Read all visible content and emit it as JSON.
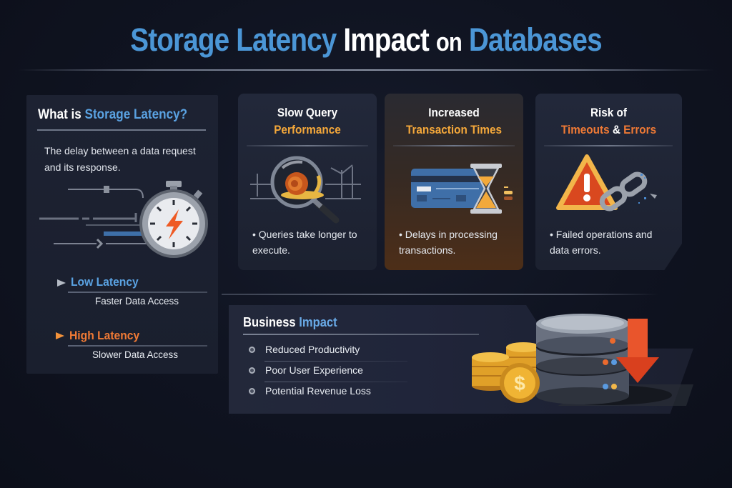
{
  "header": {
    "title_parts": {
      "part1": "Storage Latency",
      "part2": "Impact",
      "part3": "on",
      "part4": "Databases"
    }
  },
  "colors": {
    "accent_blue": "#4b96d6",
    "accent_yellow": "#f5a83a",
    "accent_orange": "#f07a35",
    "background": "#0f1320",
    "panel": "#1d2232"
  },
  "definition_panel": {
    "title_prefix": "What is",
    "title_highlight": "Storage Latency?",
    "description": "The delay between a data request and its response.",
    "icon": "stopwatch-lightning-icon",
    "latency_levels": [
      {
        "label": "Low Latency",
        "description": "Faster Data Access",
        "color": "#5aa2e2",
        "arrow_icon": "arrow-right-gray-icon"
      },
      {
        "label": "High Latency",
        "description": "Slower Data Access",
        "color": "#f07a35",
        "arrow_icon": "arrow-right-orange-icon"
      }
    ]
  },
  "cards": [
    {
      "title_line1": "Slow Query",
      "title_line2": "Performance",
      "icon": "snail-magnifier-icon",
      "bullet": "Queries take longer to execute."
    },
    {
      "title_line1": "Increased",
      "title_line2": "Transaction Times",
      "icon": "credit-card-hourglass-icon",
      "bullet": "Delays in processing transactions."
    },
    {
      "title_line1": "Risk of",
      "title_line2a": "Timeouts",
      "title_amp": "&",
      "title_line2b": "Errors",
      "icon": "warning-broken-chain-icon",
      "bullet": "Failed operations and data errors."
    }
  ],
  "business_impact": {
    "title_prefix": "Business",
    "title_highlight": "Impact",
    "items": [
      "Reduced Productivity",
      "Poor User Experience",
      "Potential Revenue Loss"
    ],
    "icon": "database-coins-down-arrow-icon"
  }
}
